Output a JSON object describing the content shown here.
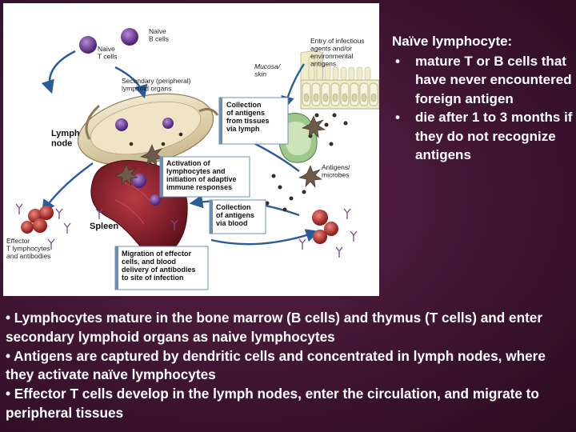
{
  "diagram": {
    "labels": {
      "naive_b": "Naive\nB cells",
      "naive_t": "Naive\nT cells",
      "entry": "Entry of infectious\nagents and/or\nenvironmental\nantigens",
      "mucosa": "Mucosa/\nskin",
      "secondary": "Secondary (peripheral)\nlymphoid organs",
      "lymph_node": "Lymph\nnode",
      "spleen": "Spleen",
      "antigens_microbes": "Antigens/\nmicrobes",
      "effector": "Effector\nT lymphocytes\nand antibodies"
    },
    "boxes": {
      "collection_tissues": "Collection\nof antigens\nfrom tissues\nvia lymph",
      "activation": "Activation of\nlymphocytes and\ninitiation of adaptive\nimmune responses",
      "collection_blood": "Collection\nof antigens\nvia blood",
      "migration": "Migration of effector\ncells, and blood\ndelivery of antibodies\nto site of infection"
    },
    "colors": {
      "lymph_node": "#e8dcc0",
      "spleen": "#8e1f2b",
      "naive_cell": "#6a3c9a",
      "effector_cell": "#b8322f",
      "arrow": "#2b5c9a",
      "tissue": "#e8e6bd"
    }
  },
  "naive_panel": {
    "title": "Naïve lymphocyte:",
    "bullet_glyph": "•",
    "bullets": [
      "mature T or B cells that have never encountered foreign antigen",
      "die after 1 to 3 months if they do not recognize antigens"
    ]
  },
  "summary": [
    "• Lymphocytes mature in the bone marrow (B cells) and thymus (T cells) and enter secondary lymphoid organs as naive lymphocytes",
    "• Antigens are captured by dendritic cells and concentrated in lymph nodes, where they activate naïve lymphocytes",
    "• Effector T cells develop in the lymph nodes, enter the circulation, and migrate to peripheral tissues"
  ]
}
